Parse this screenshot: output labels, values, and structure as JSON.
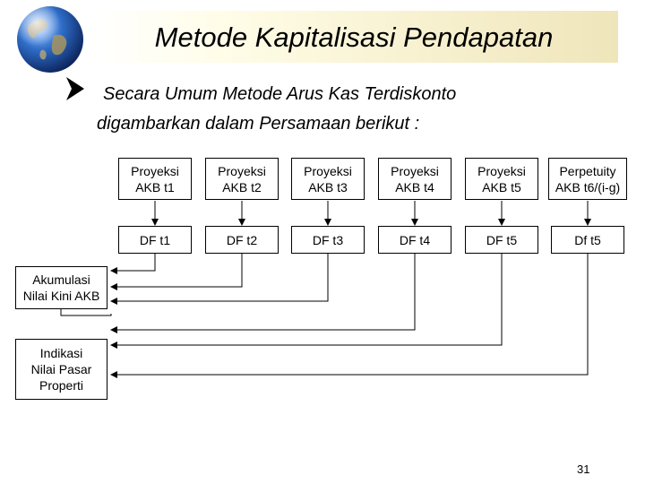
{
  "title": "Metode Kapitalisasi Pendapatan",
  "intro": {
    "line1": "Secara Umum Metode Arus Kas Terdiskonto",
    "line2": "digambarkan dalam Persamaan berikut :"
  },
  "projections": [
    {
      "line1": "Proyeksi",
      "line2": "AKB t1"
    },
    {
      "line1": "Proyeksi",
      "line2": "AKB t2"
    },
    {
      "line1": "Proyeksi",
      "line2": "AKB t3"
    },
    {
      "line1": "Proyeksi",
      "line2": "AKB t4"
    },
    {
      "line1": "Proyeksi",
      "line2": "AKB t5"
    },
    {
      "line1": "Perpetuity",
      "line2": "AKB t6/(i-g)"
    }
  ],
  "discount_factors": [
    "DF t1",
    "DF t2",
    "DF t3",
    "DF t4",
    "DF t5",
    "Df t5"
  ],
  "pv_box": {
    "line1": "Akumulasi",
    "line2": "Nilai Kini AKB"
  },
  "value_box": {
    "line1": "Indikasi",
    "line2": "Nilai Pasar",
    "line3": "Properti"
  },
  "page_number": "31",
  "colors": {
    "title_band_start": "#fffde8",
    "title_band_end": "#efe5bb",
    "globe_ocean": "#1b4fa0",
    "box_border": "#000000"
  }
}
